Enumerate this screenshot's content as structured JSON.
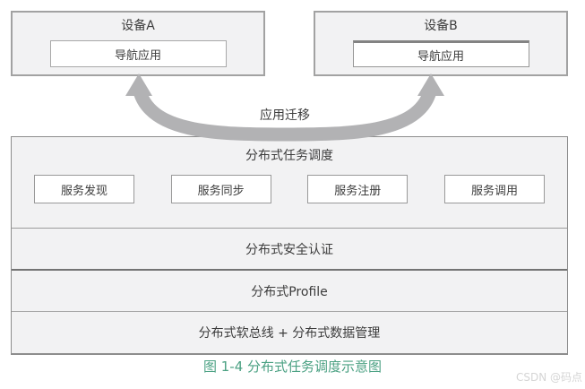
{
  "devices": [
    {
      "name": "设备A",
      "app": "导航应用"
    },
    {
      "name": "设备B",
      "app": "导航应用"
    }
  ],
  "arrow": {
    "label": "应用迁移",
    "color": "#b2b2b4"
  },
  "stack": {
    "task_scheduling": {
      "title": "分布式任务调度",
      "services": [
        "服务发现",
        "服务同步",
        "服务注册",
        "服务调用"
      ]
    },
    "layers": [
      "分布式安全认证",
      "分布式Profile",
      "分布式软总线 + 分布式数据管理"
    ]
  },
  "caption": {
    "text": "图 1-4 分布式任务调度示意图",
    "color": "#4ba183"
  },
  "watermark": {
    "text": "CSDN @码点",
    "color": "#d5d5d5"
  }
}
